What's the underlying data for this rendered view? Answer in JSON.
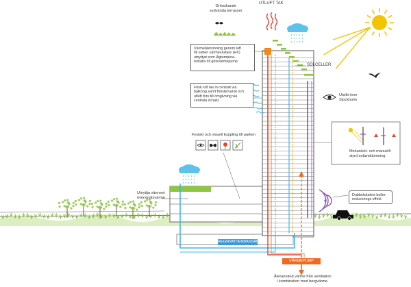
{
  "labels": {
    "utluft_tak": "UTLUFT TAK",
    "terraces": "Grönskande\nsydvända terrasser",
    "solceller": "SOLCELLER",
    "view": "Utsikt över\nStockholm",
    "park_link": "Fysiskt och visuell koppling till parken",
    "sun_control": "Mekaniskt- och manuellt\nstyrd solavskärmning",
    "double_facade": "Dubbelskalets buller-\nreducerings effekt",
    "surplus_heat": "Utnyttja värmeet\növerskottsvärme",
    "heat_recovery": "Värmeåtervinning genom luft\ntill vatten värmeväxlare (HX)\nutnyttjat som lågtempera-\nturkälla till golvvärmepump",
    "fresh_air": "Frisk luft tas in centralt via\nbalkong samt fönstervanst och\nutluft förs till omgivning via\ncentrala schakt.",
    "rainwater_tank": "REGNVATTENBASSÄNG",
    "heat_pump": "VÄRMEPUMP",
    "reuse_heat": "Återanvänd värme från ventilation\ni kombination med bergvärme."
  },
  "colors": {
    "sun": "#f5c400",
    "sky_blue": "#45b6e8",
    "cloud": "#5cc2ec",
    "heat_red": "#e8432a",
    "heat_orange": "#f28a1a",
    "air_dotted": "#f0a020",
    "greenery": "#8dc63f",
    "purple": "#8a4fc0",
    "tag_blue": "#3a9ad9",
    "tag_orange": "#ef6a1f"
  },
  "icons": [
    "sun-icon",
    "cloud-icon",
    "rain-icon",
    "bird-icon",
    "eye-icon",
    "tree-icon",
    "car-icon",
    "butterfly-icon",
    "flower-icon",
    "sound-wave-icon",
    "heat-wave-icon"
  ]
}
